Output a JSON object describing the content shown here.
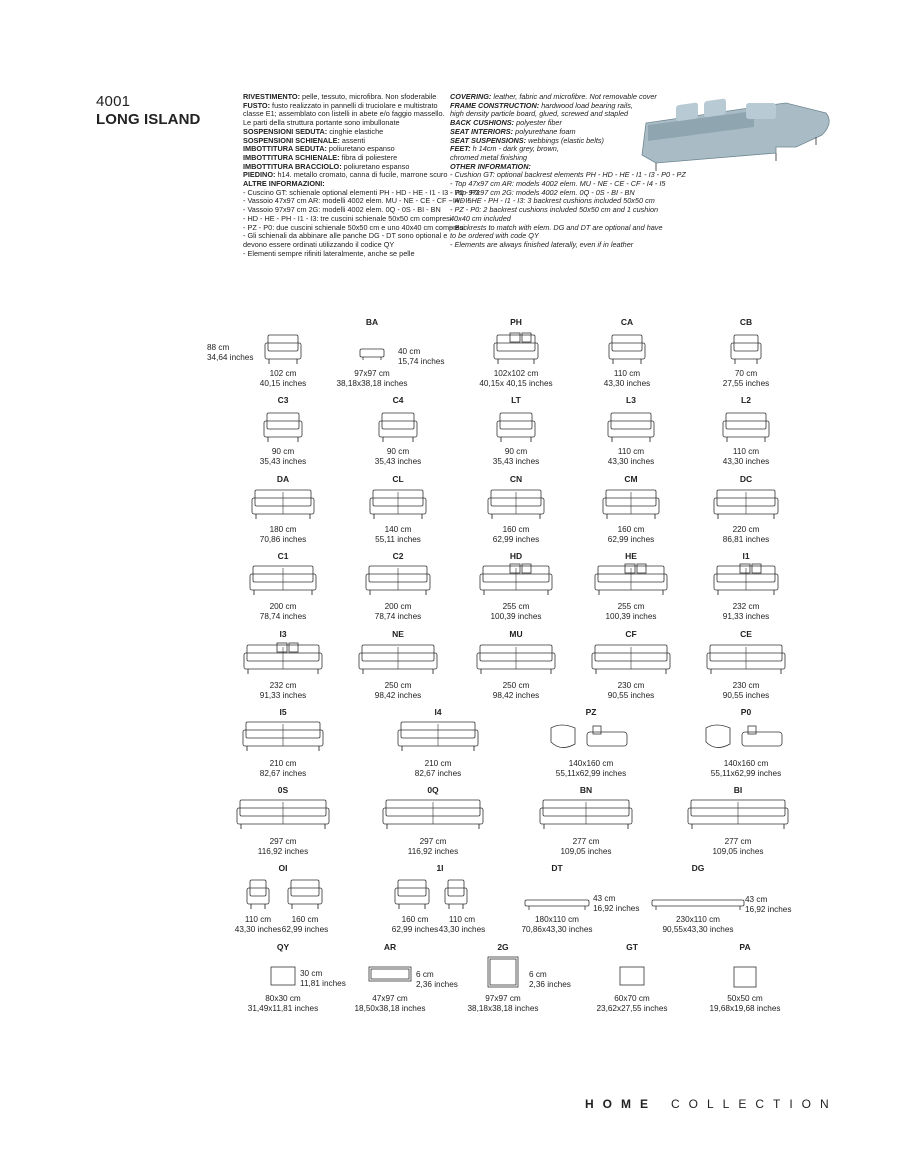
{
  "header": {
    "code": "4001",
    "name": "LONG ISLAND"
  },
  "spec_it": [
    {
      "b": "RIVESTIMENTO:",
      "t": " pelle, tessuto, microfibra. Non sfoderabile"
    },
    {
      "b": "FUSTO:",
      "t": " fusto realizzato in pannelli di truciolare e multistrato"
    },
    {
      "b": "",
      "t": "classe E1; assemblato con listelli in abete e/o faggio massello."
    },
    {
      "b": "",
      "t": "Le parti della struttura portante sono imbullonate"
    },
    {
      "b": "SOSPENSIONI SEDUTA:",
      "t": " cinghie elastiche"
    },
    {
      "b": "SOSPENSIONI SCHIENALE:",
      "t": " assenti"
    },
    {
      "b": "IMBOTTITURA SEDUTA:",
      "t": " poliuretano espanso"
    },
    {
      "b": "IMBOTTITURA SCHIENALE:",
      "t": " fibra di poliestere"
    },
    {
      "b": "IMBOTTITURA BRACCIOLO:",
      "t": " poliuretano espanso"
    },
    {
      "b": "PIEDINO:",
      "t": " h14. metallo cromato, canna di fucile, marrone scuro"
    },
    {
      "b": "ALTRE INFORMAZIONI:",
      "t": ""
    },
    {
      "b": "",
      "t": "- Cuscino GT: schienale optional elementi PH - HD - HE - I1 - I3 - P0 - PZ"
    },
    {
      "b": "",
      "t": "- Vassoio 47x97 cm AR: modelli 4002 elem. MU - NE - CE - CF - I4 - I5"
    },
    {
      "b": "",
      "t": "- Vassoio 97x97 cm 2G: modelli 4002 elem. 0Q - 0S - BI - BN"
    },
    {
      "b": "",
      "t": "- HD - HE - PH - I1 - I3: tre cuscini schienale 50x50 cm compresi"
    },
    {
      "b": "",
      "t": "- PZ - P0: due cuscini schienale 50x50 cm e uno 40x40 cm compresi"
    },
    {
      "b": "",
      "t": "- Gli schienali da abbinare alle panche DG - DT sono optional e"
    },
    {
      "b": "",
      "t": "  devono essere ordinati utilizzando il codice QY"
    },
    {
      "b": "",
      "t": "- Elementi sempre rifiniti lateralmente, anche se pelle"
    }
  ],
  "spec_en": [
    {
      "b": "COVERING:",
      "t": " leather, fabric and microfibre. Not removable cover"
    },
    {
      "b": "FRAME CONSTRUCTION:",
      "t": " hardwood load bearing rails,"
    },
    {
      "b": "",
      "t": "high density particle board, glued, screwed and stapled"
    },
    {
      "b": "BACK CUSHIONS:",
      "t": " polyester fiber"
    },
    {
      "b": "SEAT INTERIORS:",
      "t": " polyurethane foam"
    },
    {
      "b": "SEAT SUSPENSIONS:",
      "t": " webbings (elastic belts)"
    },
    {
      "b": "FEET:",
      "t": " h 14cm - dark grey, brown,"
    },
    {
      "b": "",
      "t": "chromed metal finishing"
    },
    {
      "b": "OTHER INFORMATION:",
      "t": ""
    },
    {
      "b": "",
      "t": "- Cushion GT: optional backrest elements PH - HD - HE - I1 - I3 - P0 - PZ"
    },
    {
      "b": "",
      "t": "- Top 47x97 cm AR: models 4002 elem. MU - NE - CE - CF - I4 - I5"
    },
    {
      "b": "",
      "t": "- Top 97x97 cm 2G: models  4002 elem. 0Q - 0S - BI - BN"
    },
    {
      "b": "",
      "t": "- HD - HE - PH - I1 - I3:  3 backrest cushions included 50x50 cm"
    },
    {
      "b": "",
      "t": "- PZ - P0: 2 backrest cushions included 50x50 cm and 1 cushion"
    },
    {
      "b": "",
      "t": "  40x40 cm included"
    },
    {
      "b": "",
      "t": "- Backrests to match with elem. DG and DT are optional and have"
    },
    {
      "b": "",
      "t": "  to be ordered with code QY"
    },
    {
      "b": "",
      "t": "- Elements are always finished laterally, even if in leather"
    }
  ],
  "side_dims": {
    "side_height": [
      "88 cm",
      "34,64 inches"
    ],
    "ba_height": [
      "40 cm",
      "15,74 inches"
    ],
    "dt_height": [
      "43 cm",
      "16,92 inches"
    ],
    "dg_height": [
      "43 cm",
      "16,92 inches"
    ],
    "qy_height": [
      "30 cm",
      "11,81 inches"
    ],
    "ar_height": [
      "6 cm",
      "2,36 inches"
    ],
    "g2_height": [
      "6 cm",
      "2,36 inches"
    ]
  },
  "rows": [
    [
      {
        "code": "",
        "dim": [
          "102 cm",
          "40,15 inches"
        ]
      },
      {
        "code": "BA",
        "dim": [
          "97x97 cm",
          "38,18x38,18 inches"
        ]
      },
      {
        "code": "PH",
        "dim": [
          "102x102 cm",
          "40,15x 40,15 inches"
        ]
      },
      {
        "code": "CA",
        "dim": [
          "110 cm",
          "43,30 inches"
        ]
      },
      {
        "code": "CB",
        "dim": [
          "70 cm",
          "27,55 inches"
        ]
      }
    ],
    [
      {
        "code": "C3",
        "dim": [
          "90 cm",
          "35,43 inches"
        ]
      },
      {
        "code": "C4",
        "dim": [
          "90 cm",
          "35,43 inches"
        ]
      },
      {
        "code": "LT",
        "dim": [
          "90 cm",
          "35,43 inches"
        ]
      },
      {
        "code": "L3",
        "dim": [
          "110 cm",
          "43,30 inches"
        ]
      },
      {
        "code": "L2",
        "dim": [
          "110 cm",
          "43,30 inches"
        ]
      }
    ],
    [
      {
        "code": "DA",
        "dim": [
          "180 cm",
          "70,86 inches"
        ]
      },
      {
        "code": "CL",
        "dim": [
          "140 cm",
          "55,11 inches"
        ]
      },
      {
        "code": "CN",
        "dim": [
          "160 cm",
          "62,99 inches"
        ]
      },
      {
        "code": "CM",
        "dim": [
          "160 cm",
          "62,99 inches"
        ]
      },
      {
        "code": "DC",
        "dim": [
          "220 cm",
          "86,81 inches"
        ]
      }
    ],
    [
      {
        "code": "C1",
        "dim": [
          "200 cm",
          "78,74 inches"
        ]
      },
      {
        "code": "C2",
        "dim": [
          "200 cm",
          "78,74 inches"
        ]
      },
      {
        "code": "HD",
        "dim": [
          "255 cm",
          "100,39 inches"
        ]
      },
      {
        "code": "HE",
        "dim": [
          "255 cm",
          "100,39 inches"
        ]
      },
      {
        "code": "I1",
        "dim": [
          "232 cm",
          "91,33 inches"
        ]
      }
    ],
    [
      {
        "code": "I3",
        "dim": [
          "232 cm",
          "91,33 inches"
        ]
      },
      {
        "code": "NE",
        "dim": [
          "250 cm",
          "98,42 inches"
        ]
      },
      {
        "code": "MU",
        "dim": [
          "250 cm",
          "98,42 inches"
        ]
      },
      {
        "code": "CF",
        "dim": [
          "230 cm",
          "90,55 inches"
        ]
      },
      {
        "code": "CE",
        "dim": [
          "230 cm",
          "90,55 inches"
        ]
      }
    ],
    [
      {
        "code": "I5",
        "dim": [
          "210 cm",
          "82,67 inches"
        ]
      },
      {
        "code": "I4",
        "dim": [
          "210 cm",
          "82,67 inches"
        ]
      },
      {
        "code": "PZ",
        "dim": [
          "140x160 cm",
          "55,11x62,99 inches"
        ]
      },
      {
        "code": "P0",
        "dim": [
          "140x160 cm",
          "55,11x62,99 inches"
        ]
      }
    ],
    [
      {
        "code": "0S",
        "dim": [
          "297 cm",
          "116,92 inches"
        ]
      },
      {
        "code": "0Q",
        "dim": [
          "297 cm",
          "116,92 inches"
        ]
      },
      {
        "code": "BN",
        "dim": [
          "277 cm",
          "109,05 inches"
        ]
      },
      {
        "code": "BI",
        "dim": [
          "277 cm",
          "109,05 inches"
        ]
      }
    ],
    [
      {
        "code": "OI",
        "dims": [
          [
            "110 cm",
            "43,30 inches"
          ],
          [
            "160 cm",
            "62,99 inches"
          ]
        ]
      },
      {
        "code": "1I",
        "dims": [
          [
            "160 cm",
            "62,99 inches"
          ],
          [
            "110 cm",
            "43,30 inches"
          ]
        ]
      },
      {
        "code": "DT",
        "dim": [
          "180x110 cm",
          "70,86x43,30 inches"
        ]
      },
      {
        "code": "DG",
        "dim": [
          "230x110 cm",
          "90,55x43,30 inches"
        ]
      }
    ],
    [
      {
        "code": "QY",
        "dim": [
          "80x30 cm",
          "31,49x11,81 inches"
        ]
      },
      {
        "code": "AR",
        "dim": [
          "47x97 cm",
          "18,50x38,18 inches"
        ]
      },
      {
        "code": "2G",
        "dim": [
          "97x97 cm",
          "38,18x38,18 inches"
        ]
      },
      {
        "code": "GT",
        "dim": [
          "60x70 cm",
          "23,62x27,55 inches"
        ]
      },
      {
        "code": "PA",
        "dim": [
          "50x50 cm",
          "19,68x19,68 inches"
        ]
      }
    ]
  ],
  "footer": {
    "home": "HOME",
    "collection": "COLLECTION"
  },
  "colors": {
    "sofa_photo": "#9fb3bd",
    "line": "#333333"
  }
}
